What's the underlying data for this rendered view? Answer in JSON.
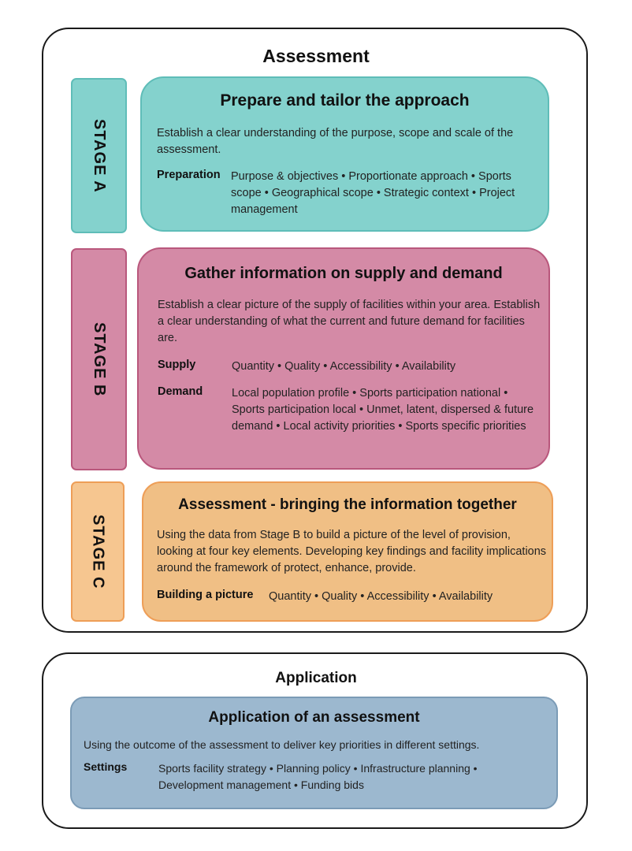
{
  "assessment": {
    "title": "Assessment",
    "stages": [
      {
        "tab": "STAGE A",
        "title": "Prepare and tailor the approach",
        "description": "Establish a clear understanding of the purpose, scope and scale of the assessment.",
        "rows": [
          {
            "label": "Preparation",
            "text": "Purpose & objectives • Proportionate approach • Sports scope • Geographical scope • Strategic context • Project management"
          }
        ],
        "color": "#84d2cd"
      },
      {
        "tab": "STAGE B",
        "title": "Gather information on supply and demand",
        "description": "Establish a clear picture of the supply of facilities within your area. Establish a clear understanding of what the current and future demand for facilities are.",
        "rows": [
          {
            "label": "Supply",
            "text": "Quantity • Quality • Accessibility • Availability"
          },
          {
            "label": "Demand",
            "text": "Local population profile • Sports participation national • Sports participation local • Unmet, latent, dispersed & future demand • Local activity priorities • Sports specific priorities"
          }
        ],
        "color": "#d48aa6"
      },
      {
        "tab": "STAGE C",
        "title": "Assessment - bringing the information together",
        "description": "Using the data from Stage B to build a picture of the level of provision, looking at four key elements. Developing key findings and facility implications around the framework of protect, enhance, provide.",
        "rows": [
          {
            "label": "Building a picture",
            "text": "Quantity • Quality • Accessibility • Availability"
          }
        ],
        "color": "#f0bf85"
      }
    ]
  },
  "application": {
    "title": "Application",
    "card_title": "Application of an assessment",
    "description": "Using the outcome of the assessment to deliver key priorities in different settings.",
    "rows": [
      {
        "label": "Settings",
        "text": "Sports facility strategy • Planning policy • Infrastructure planning • Development management • Funding bids"
      }
    ],
    "color": "#9cb8cf"
  }
}
